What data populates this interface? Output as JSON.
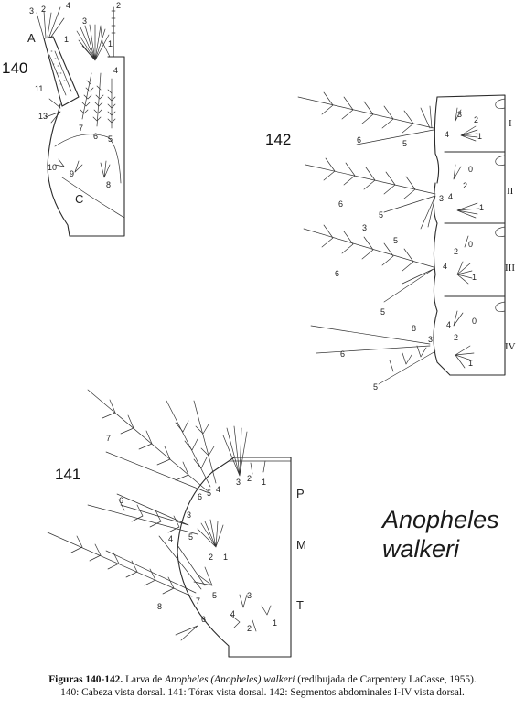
{
  "figure_140": {
    "number": "140",
    "part_labels": {
      "antenna": "A",
      "clypeus": "C"
    },
    "seta_labels": [
      {
        "id": "s140-3a",
        "text": "3"
      },
      {
        "id": "s140-2a",
        "text": "2"
      },
      {
        "id": "s140-4a",
        "text": "4"
      },
      {
        "id": "s140-1a",
        "text": "1"
      },
      {
        "id": "s140-3b",
        "text": "3"
      },
      {
        "id": "s140-2b",
        "text": "2"
      },
      {
        "id": "s140-1b",
        "text": "1"
      },
      {
        "id": "s140-4b",
        "text": "4"
      },
      {
        "id": "s140-11",
        "text": "11"
      },
      {
        "id": "s140-13",
        "text": "13"
      },
      {
        "id": "s140-7",
        "text": "7"
      },
      {
        "id": "s140-6",
        "text": "6"
      },
      {
        "id": "s140-5",
        "text": "5"
      },
      {
        "id": "s140-10",
        "text": "10"
      },
      {
        "id": "s140-9",
        "text": "9"
      },
      {
        "id": "s140-8",
        "text": "8"
      }
    ]
  },
  "figure_141": {
    "number": "141",
    "segments": [
      "P",
      "M",
      "T"
    ],
    "seta_labels": [
      {
        "id": "s141-7",
        "text": "7"
      },
      {
        "id": "s141-6a",
        "text": "6"
      },
      {
        "id": "s141-5a",
        "text": "5"
      },
      {
        "id": "s141-4a",
        "text": "4"
      },
      {
        "id": "s141-3a",
        "text": "3"
      },
      {
        "id": "s141-2a",
        "text": "2"
      },
      {
        "id": "s141-1a",
        "text": "1"
      },
      {
        "id": "s141-6b",
        "text": "6"
      },
      {
        "id": "s141-3b",
        "text": "3"
      },
      {
        "id": "s141-4b",
        "text": "4"
      },
      {
        "id": "s141-5b",
        "text": "5"
      },
      {
        "id": "s141-2b",
        "text": "2"
      },
      {
        "id": "s141-1b",
        "text": "1"
      },
      {
        "id": "s141-8",
        "text": "8"
      },
      {
        "id": "s141-7b",
        "text": "7"
      },
      {
        "id": "s141-5c",
        "text": "5"
      },
      {
        "id": "s141-6c",
        "text": "6"
      },
      {
        "id": "s141-3c",
        "text": "3"
      },
      {
        "id": "s141-4c",
        "text": "4"
      },
      {
        "id": "s141-2c",
        "text": "2"
      },
      {
        "id": "s141-1c",
        "text": "1"
      }
    ]
  },
  "figure_142": {
    "number": "142",
    "segments": [
      "I",
      "II",
      "III",
      "IV"
    ],
    "seta_labels": [
      {
        "id": "s142-6a",
        "text": "6"
      },
      {
        "id": "s142-5a",
        "text": "5"
      },
      {
        "id": "s142-3a",
        "text": "3"
      },
      {
        "id": "s142-4a",
        "text": "4"
      },
      {
        "id": "s142-2a",
        "text": "2"
      },
      {
        "id": "s142-1a",
        "text": "1"
      },
      {
        "id": "s142-6b",
        "text": "6"
      },
      {
        "id": "s142-5b",
        "text": "5"
      },
      {
        "id": "s142-0b",
        "text": "0"
      },
      {
        "id": "s142-2b",
        "text": "2"
      },
      {
        "id": "s142-3b",
        "text": "3"
      },
      {
        "id": "s142-4b",
        "text": "4"
      },
      {
        "id": "s142-1b",
        "text": "1"
      },
      {
        "id": "s142-3c",
        "text": "3"
      },
      {
        "id": "s142-5c",
        "text": "5"
      },
      {
        "id": "s142-2c",
        "text": "2"
      },
      {
        "id": "s142-0c",
        "text": "0"
      },
      {
        "id": "s142-6c",
        "text": "6"
      },
      {
        "id": "s142-4c",
        "text": "4"
      },
      {
        "id": "s142-1c",
        "text": "1"
      },
      {
        "id": "s142-5d",
        "text": "5"
      },
      {
        "id": "s142-8d",
        "text": "8"
      },
      {
        "id": "s142-4d",
        "text": "4"
      },
      {
        "id": "s142-0d",
        "text": "0"
      },
      {
        "id": "s142-3d",
        "text": "3"
      },
      {
        "id": "s142-2d",
        "text": "2"
      },
      {
        "id": "s142-6d",
        "text": "6"
      },
      {
        "id": "s142-1d",
        "text": "1"
      },
      {
        "id": "s142-5e",
        "text": "5"
      }
    ]
  },
  "species": {
    "genus": "Anopheles",
    "epithet": "walkeri"
  },
  "caption": {
    "bold": "Figuras 140-142.",
    "part1": " Larva de ",
    "italic": "Anopheles (Anopheles) walkeri",
    "part2": " (redibujada de Carpentery LaCasse, 1955).",
    "line2": "140: Cabeza vista dorsal. 141: Tórax vista dorsal. 142: Segmentos abdominales I-IV vista dorsal."
  }
}
